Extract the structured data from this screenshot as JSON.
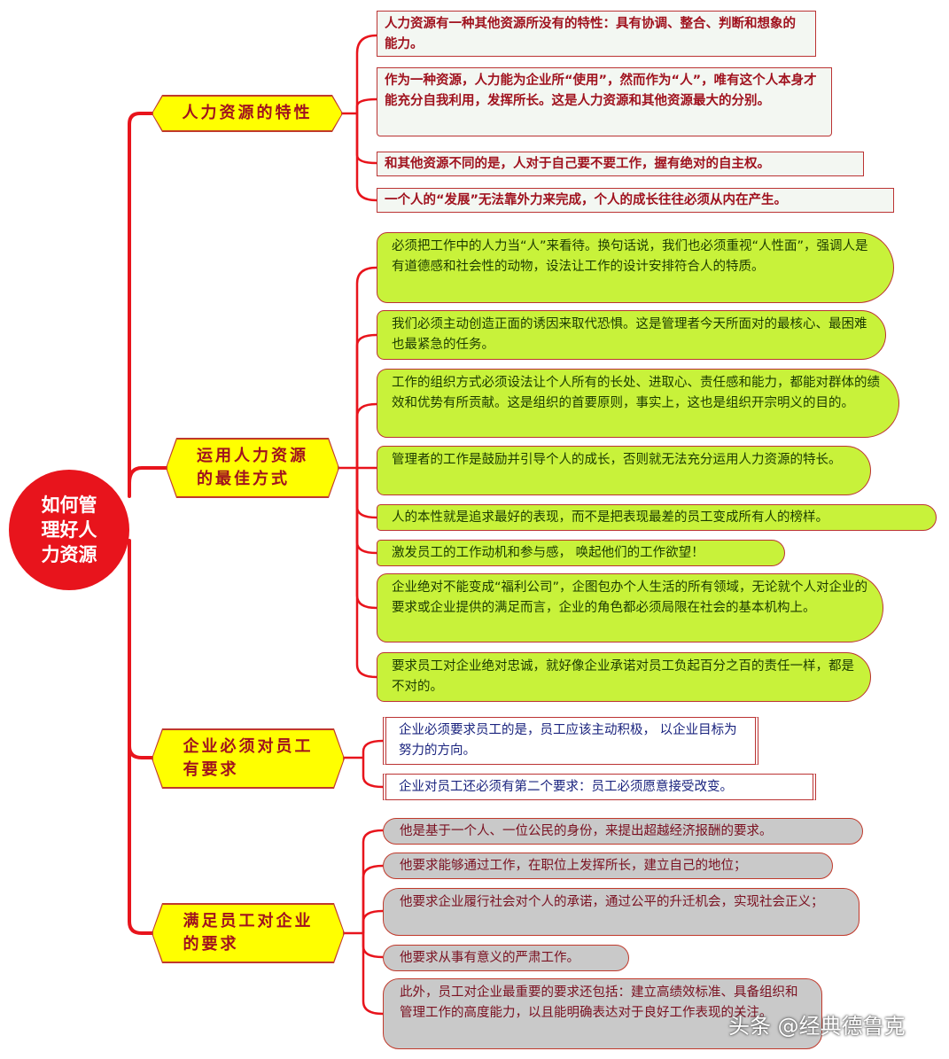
{
  "root": {
    "title": "如何管\n理好人\n力资源"
  },
  "branches": [
    {
      "label": "人力资源的特性",
      "leaves": [
        "人力资源有一种其他资源所没有的特性：具有协调、整合、判断和想象的能力。",
        "作为一种资源，人力能为企业所“使用”，然而作为“人”，唯有这个人本身才能充分自我利用，发挥所长。这是人力资源和其他资源最大的分别。",
        "和其他资源不同的是，人对于自己要不要工作，握有绝对的自主权。",
        "一个人的“发展”无法靠外力来完成，个人的成长往往必须从内在产生。"
      ]
    },
    {
      "label": "运用人力资源\n的最佳方式",
      "leaves": [
        "必须把工作中的人力当“人”来看待。换句话说，我们也必须重视“人性面”，强调人是有道德感和社会性的动物，设法让工作的设计安排符合人的特质。",
        "我们必须主动创造正面的诱因来取代恐惧。这是管理者今天所面对的最核心、最困难也最紧急的任务。",
        "工作的组织方式必须设法让个人所有的长处、进取心、责任感和能力，都能对群体的绩效和优势有所贡献。这是组织的首要原则，事实上，这也是组织开宗明义的目的。",
        "管理者的工作是鼓励并引导个人的成长，否则就无法充分运用人力资源的特长。",
        "人的本性就是追求最好的表现，而不是把表现最差的员工变成所有人的榜样。",
        "激发员工的工作动机和参与感， 唤起他们的工作欲望！",
        "企业绝对不能变成“福利公司”，企图包办个人生活的所有领域，无论就个人对企业的要求或企业提供的满足而言，企业的角色都必须局限在社会的基本机构上。",
        "要求员工对企业绝对忠诚，就好像企业承诺对员工负起百分之百的责任一样，都是不对的。"
      ]
    },
    {
      "label": "企业必须对员工\n有要求",
      "leaves": [
        "企业必须要求员工的是，员工应该主动积极， 以企业目标为努力的方向。",
        "企业对员工还必须有第二个要求：员工必须愿意接受改变。"
      ]
    },
    {
      "label": "满足员工对企业\n的要求",
      "leaves": [
        "他是基于一个人、一位公民的身份，来提出超越经济报酬的要求。",
        "他要求能够通过工作，在职位上发挥所长，建立自己的地位；",
        "他要求企业履行社会对个人的承诺，通过公平的升迁机会，实现社会正义；",
        "他要求从事有意义的严肃工作。",
        "此外，员工对企业最重要的要求还包括：建立高绩效标准、具备组织和管理工作的高度能力，以且能明确表达对于良好工作表现的关注。"
      ]
    }
  ],
  "watermark": "头条 @经典德鲁克",
  "colors": {
    "line": "#e8141c",
    "root": "#e8141c",
    "branch_fill": "#ffff00",
    "green_leaf": "#c8f23a",
    "gray_leaf": "#c9c9c9"
  }
}
